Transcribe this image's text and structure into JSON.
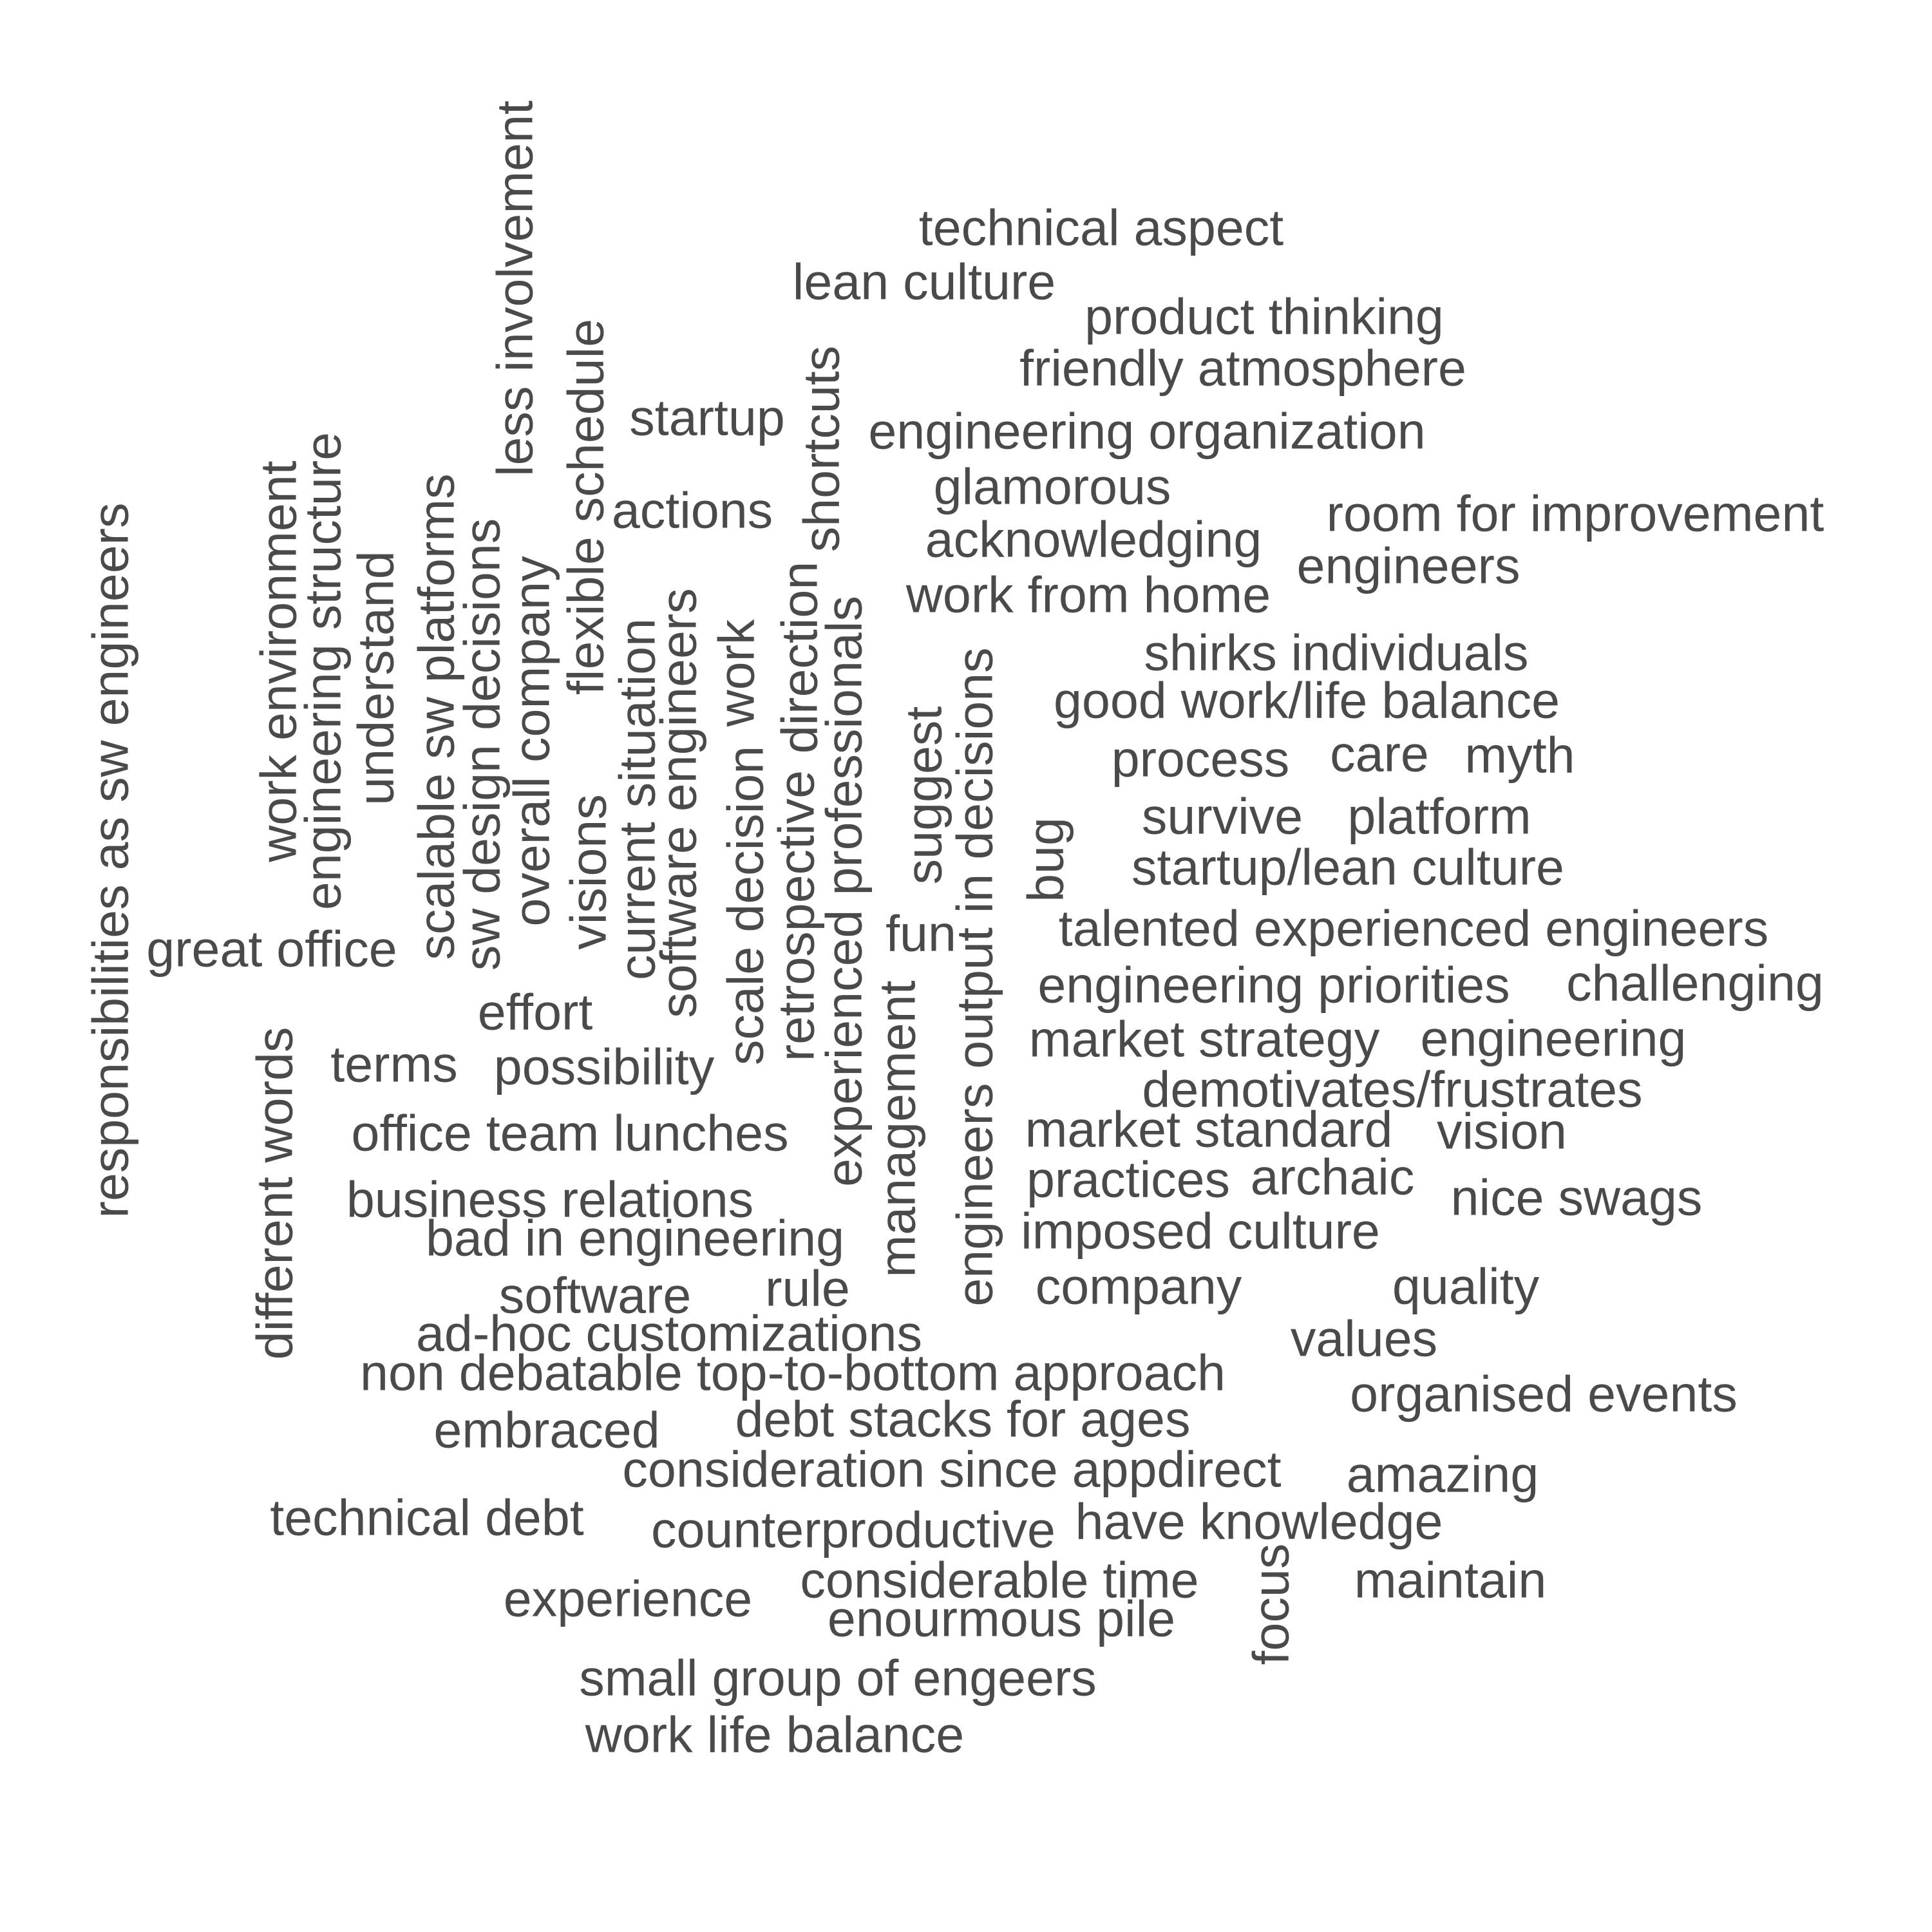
{
  "colors": {
    "text": "#4a4a4a",
    "background": "#ffffff"
  },
  "words": [
    "technical aspect",
    "lean culture",
    "product thinking",
    "friendly atmosphere",
    "startup",
    "engineering organization",
    "glamorous",
    "actions",
    "room for improvement",
    "acknowledging",
    "engineers",
    "work from home",
    "shirks individuals",
    "good work/life balance",
    "process",
    "care",
    "myth",
    "survive",
    "platform",
    "startup/lean culture",
    "great office",
    "talented experienced engineers",
    "fun",
    "engineering priorities",
    "challenging",
    "effort",
    "market strategy",
    "engineering",
    "terms",
    "possibility",
    "demotivates/frustrates",
    "office team lunches",
    "market standard",
    "vision",
    "practices",
    "archaic",
    "business relations",
    "nice swags",
    "imposed culture",
    "bad in engineering",
    "company",
    "quality",
    "software",
    "rule",
    "ad-hoc customizations",
    "values",
    "non debatable top-to-bottom approach",
    "organised events",
    "embraced",
    "debt stacks for ages",
    "consideration since appdirect",
    "amazing",
    "technical debt",
    "counterproductive",
    "have knowledge",
    "considerable time",
    "maintain",
    "experience",
    "enourmous pile",
    "small group of engeers",
    "work life balance",
    "responsibilities as sw engineers",
    "work environment",
    "engineering structure",
    "understand",
    "scalable sw platforms",
    "sw design decisions",
    "less involvement",
    "overall company",
    "flexible schedule",
    "visions",
    "current situation",
    "software engineers",
    "work",
    "scale decision",
    "direction",
    "retrospective",
    "shortcuts",
    "experienced professionals",
    "suggest",
    "management",
    "engineers output in decisions",
    "bug",
    "different words",
    "focus"
  ]
}
